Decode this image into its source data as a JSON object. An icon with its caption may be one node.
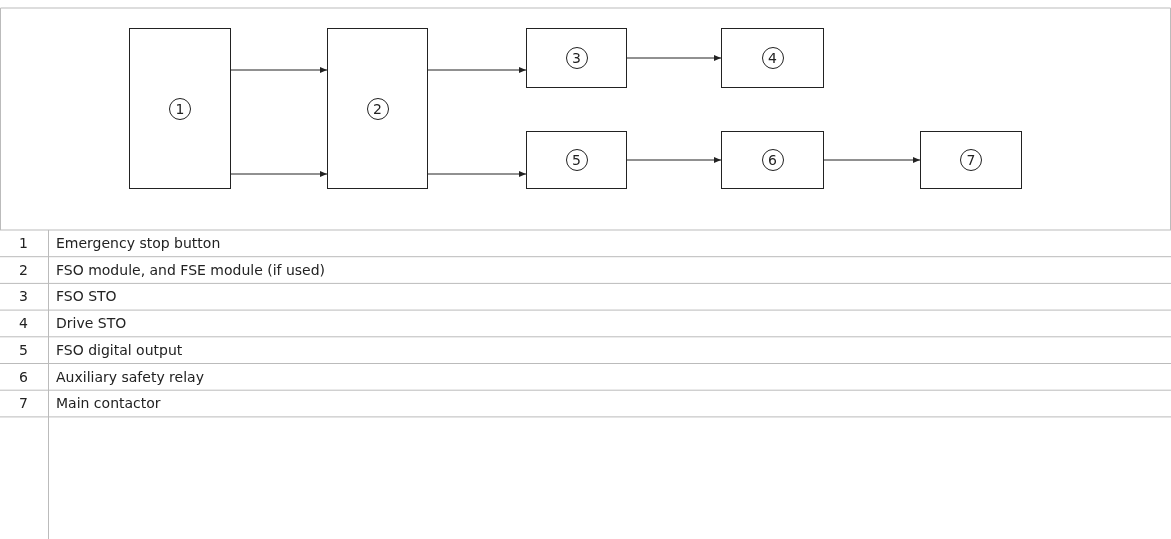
{
  "diagram": {
    "nodes": [
      {
        "text": [
          "1"
        ]
      },
      {
        "text": [
          "2"
        ]
      },
      {
        "text": [
          "3"
        ]
      },
      {
        "text": [
          "4"
        ]
      },
      {
        "text": [
          "5"
        ]
      },
      {
        "text": [
          "6"
        ]
      },
      {
        "text": [
          "7"
        ]
      }
    ],
    "edges": [
      {
        "from": 0,
        "to": 1,
        "arrow": "to"
      },
      {
        "from": 0,
        "to": 1,
        "arrow": "to"
      },
      {
        "from": 1,
        "to": 2,
        "arrow": "to"
      },
      {
        "from": 1,
        "to": 4,
        "arrow": "to"
      },
      {
        "from": 2,
        "to": 3,
        "arrow": "to"
      },
      {
        "from": 4,
        "to": 5,
        "arrow": "to"
      },
      {
        "from": 5,
        "to": 6,
        "arrow": "to"
      }
    ],
    "labels": [
      "1",
      "Emergency stop button",
      "2",
      "FSO module, and FSE module (if used)",
      "3",
      "FSO STO",
      "4",
      "Drive STO",
      "5",
      "FSO digital output",
      "6",
      "Auxiliary safety relay",
      "7",
      "Main contactor"
    ]
  }
}
